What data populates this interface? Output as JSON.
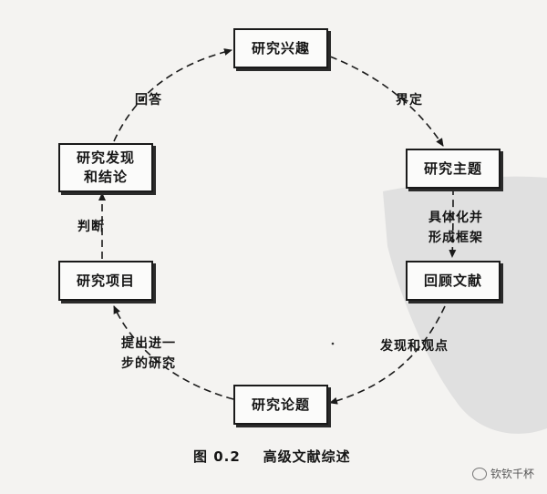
{
  "nodes": {
    "interest": "研究兴趣",
    "topic": "研究主题",
    "review": "回顾文献",
    "question": "研究论题",
    "project": "研究项目",
    "findings_line1": "研究发现",
    "findings_line2": "和结论"
  },
  "edges": {
    "define": "界定",
    "concretize_line1": "具体化并",
    "concretize_line2": "形成框架",
    "discover": "发现和观点",
    "propose_line1": "提出进一",
    "propose_line2": "步的研究",
    "judge": "判断",
    "answer": "回答"
  },
  "caption": "图 0.2    高级文献综述",
  "watermark": "钦钦千杯",
  "colors": {
    "line": "#1a1a1a",
    "shade": "#d8d8d8",
    "background": "#f4f3f1"
  }
}
